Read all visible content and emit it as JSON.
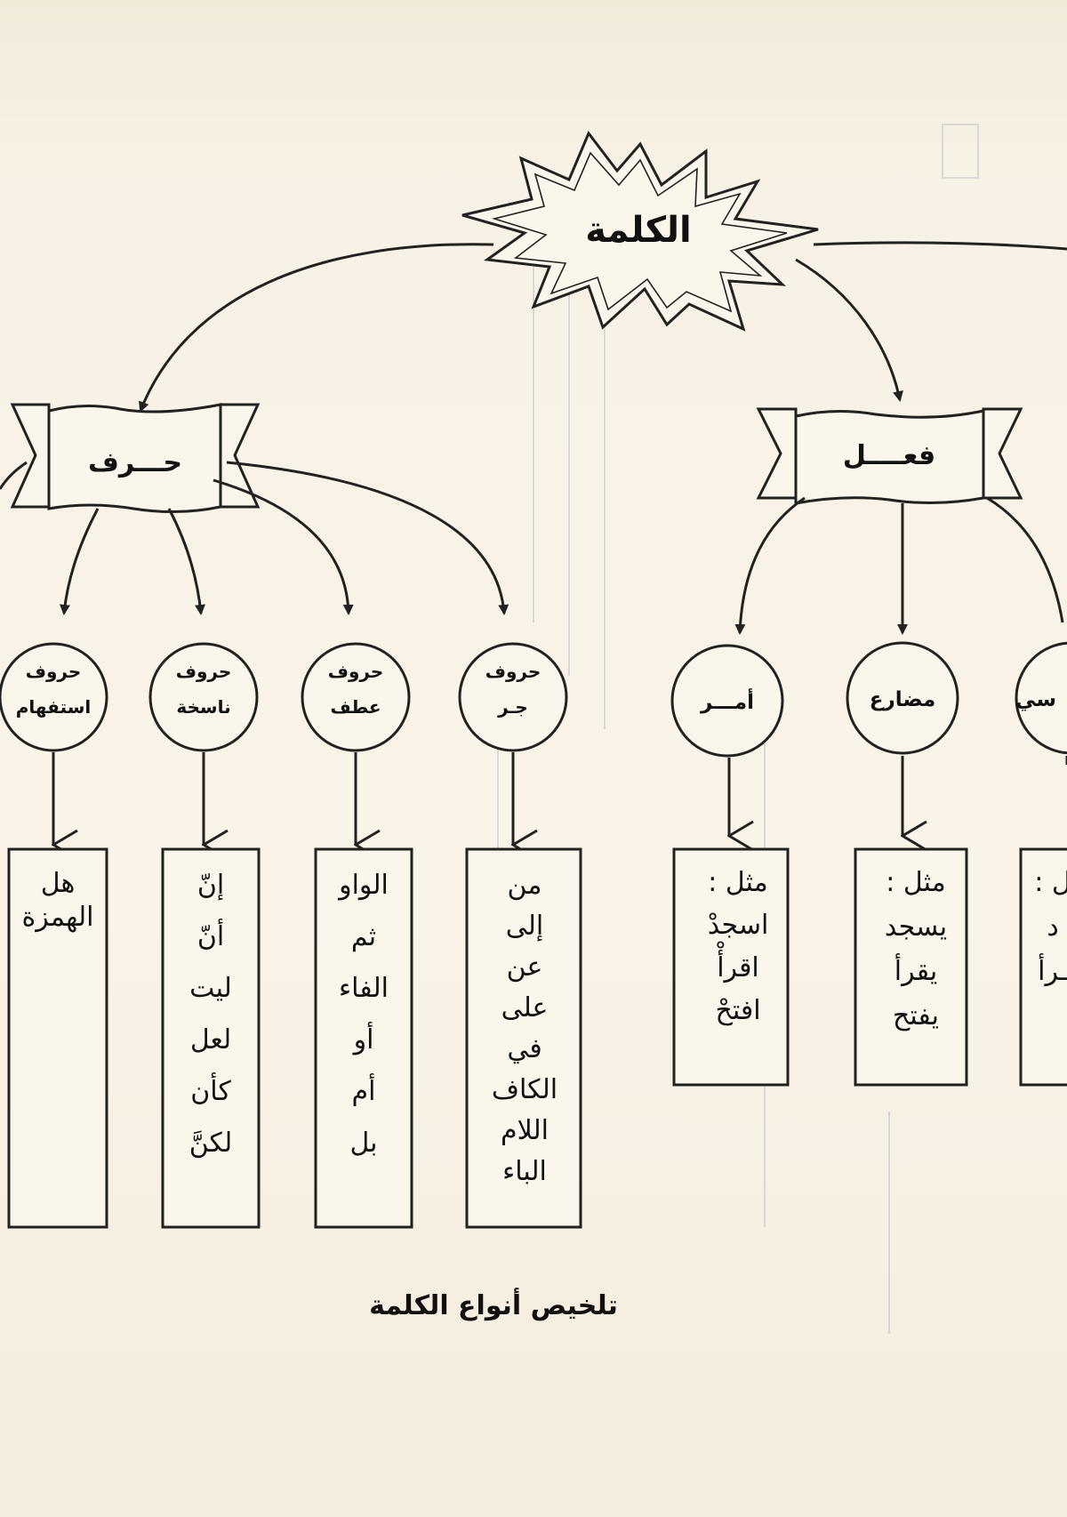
{
  "root": {
    "label": "الكلمة"
  },
  "categories": {
    "harf": {
      "label": "حـــرف"
    },
    "fiil": {
      "label": "فعــــل"
    }
  },
  "harf_types": [
    {
      "line1": "حروف",
      "line2": "جـر",
      "items": [
        "من",
        "إلى",
        "عن",
        "على",
        "في",
        "الكاف",
        "اللام",
        "الباء"
      ]
    },
    {
      "line1": "حروف",
      "line2": "عطف",
      "items": [
        "الواو",
        "ثم",
        "الفاء",
        "أو",
        "أم",
        "بل"
      ]
    },
    {
      "line1": "حروف",
      "line2": "ناسخة",
      "items": [
        "إنّ",
        "أنّ",
        "ليت",
        "لعل",
        "كأن",
        "لكنَّ"
      ]
    },
    {
      "line1": "حروف",
      "line2": "استفهام",
      "items": [
        "هل",
        "الهمزة"
      ]
    }
  ],
  "fiil_types": [
    {
      "label": "أمـــر",
      "items": [
        "مثل :",
        "اسجدْ",
        "اقرأْ",
        "افتحْ"
      ]
    },
    {
      "label": "مضارع",
      "items": [
        "مثل :",
        "يسجد",
        "يقرأ",
        "يفتح"
      ]
    },
    {
      "label": "سي",
      "items": [
        "ل :",
        "د",
        "ـرأ"
      ]
    }
  ],
  "caption": "تلخيص أنواع الكلمة"
}
